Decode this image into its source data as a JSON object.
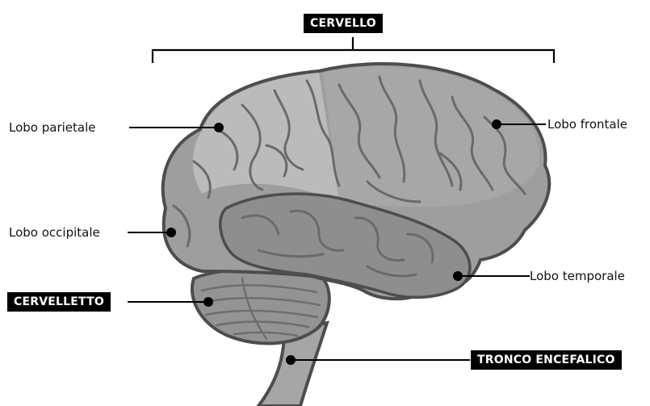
{
  "labels": {
    "brain": "CERVELLO",
    "parietal": "Lobo parietale",
    "frontal": "Lobo frontale",
    "occipital": "Lobo occipitale",
    "temporal": "Lobo temporale",
    "cerebellum": "CERVELLETTO",
    "brainstem": "TRONCO ENCEFALICO"
  },
  "colors": {
    "outline": "#4d4d4d",
    "fill": "#9e9e9e",
    "highlight": "#c4c4c4",
    "shadow": "#868686",
    "sulci": "#6a6a6a",
    "tag_bg": "#000000",
    "tag_text": "#ffffff"
  }
}
